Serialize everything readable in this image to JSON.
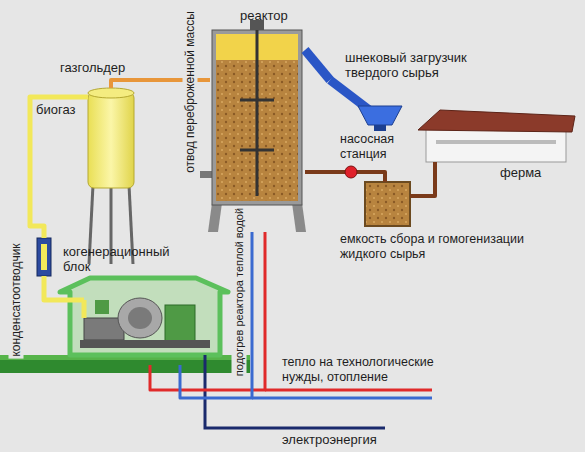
{
  "diagram": {
    "nodes": [
      {
        "text": [
          "газгольдер"
        ]
      },
      {
        "text": [
          "реактор"
        ]
      },
      {
        "text": [
          "шнековый загрузчик твердого сырья"
        ]
      },
      {
        "text": [
          "ферма"
        ]
      },
      {
        "text": [
          "емкость сбора и гомогенизации жидкого сырья"
        ]
      },
      {
        "text": [
          "конденсатоотводчик"
        ]
      },
      {
        "text": [
          "когенерационный блок"
        ]
      }
    ],
    "edges": [
      {
        "from": 1,
        "to": 0,
        "arrow": "none"
      },
      {
        "from": 0,
        "to": 5,
        "label": "биогаз",
        "arrow": "none"
      },
      {
        "from": 5,
        "to": 6,
        "arrow": "none"
      },
      {
        "from": 2,
        "to": 1,
        "arrow": "none"
      },
      {
        "from": 3,
        "to": 4,
        "arrow": "none"
      },
      {
        "from": 4,
        "to": 1,
        "arrow": "none"
      },
      {
        "from": 6,
        "to": 1,
        "arrow": "none"
      },
      {
        "from": 1,
        "to": 6,
        "arrow": "none"
      }
    ],
    "labels": [
      "отвод переброженной массы",
      "насосная станция",
      "подогрев реактора теплой водой",
      "тепло на технологические нужды, отопление",
      "электроэнергия"
    ]
  }
}
